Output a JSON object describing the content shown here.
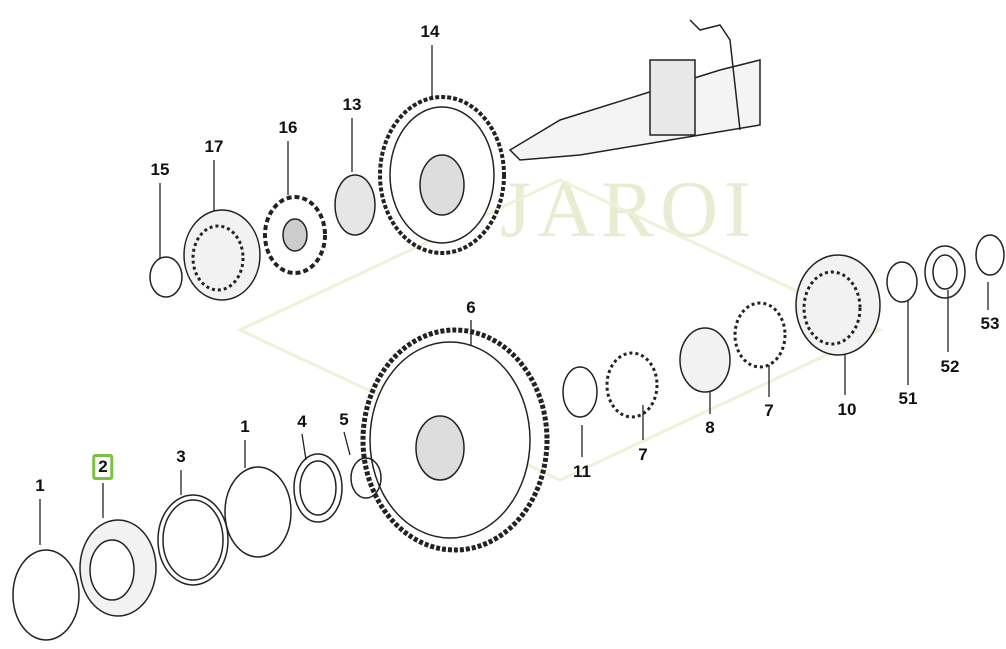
{
  "watermark": "JAROI",
  "callouts": [
    {
      "id": "14",
      "label": "14"
    },
    {
      "id": "13",
      "label": "13"
    },
    {
      "id": "16",
      "label": "16"
    },
    {
      "id": "17",
      "label": "17"
    },
    {
      "id": "15",
      "label": "15"
    },
    {
      "id": "6",
      "label": "6"
    },
    {
      "id": "53",
      "label": "53"
    },
    {
      "id": "52",
      "label": "52"
    },
    {
      "id": "51",
      "label": "51"
    },
    {
      "id": "10",
      "label": "10"
    },
    {
      "id": "7a",
      "label": "7"
    },
    {
      "id": "8",
      "label": "8"
    },
    {
      "id": "7b",
      "label": "7"
    },
    {
      "id": "11",
      "label": "11"
    },
    {
      "id": "5",
      "label": "5"
    },
    {
      "id": "4",
      "label": "4"
    },
    {
      "id": "1a",
      "label": "1"
    },
    {
      "id": "3",
      "label": "3"
    },
    {
      "id": "2",
      "label": "2"
    },
    {
      "id": "1b",
      "label": "1"
    }
  ],
  "highlight_color": "#7cc242"
}
